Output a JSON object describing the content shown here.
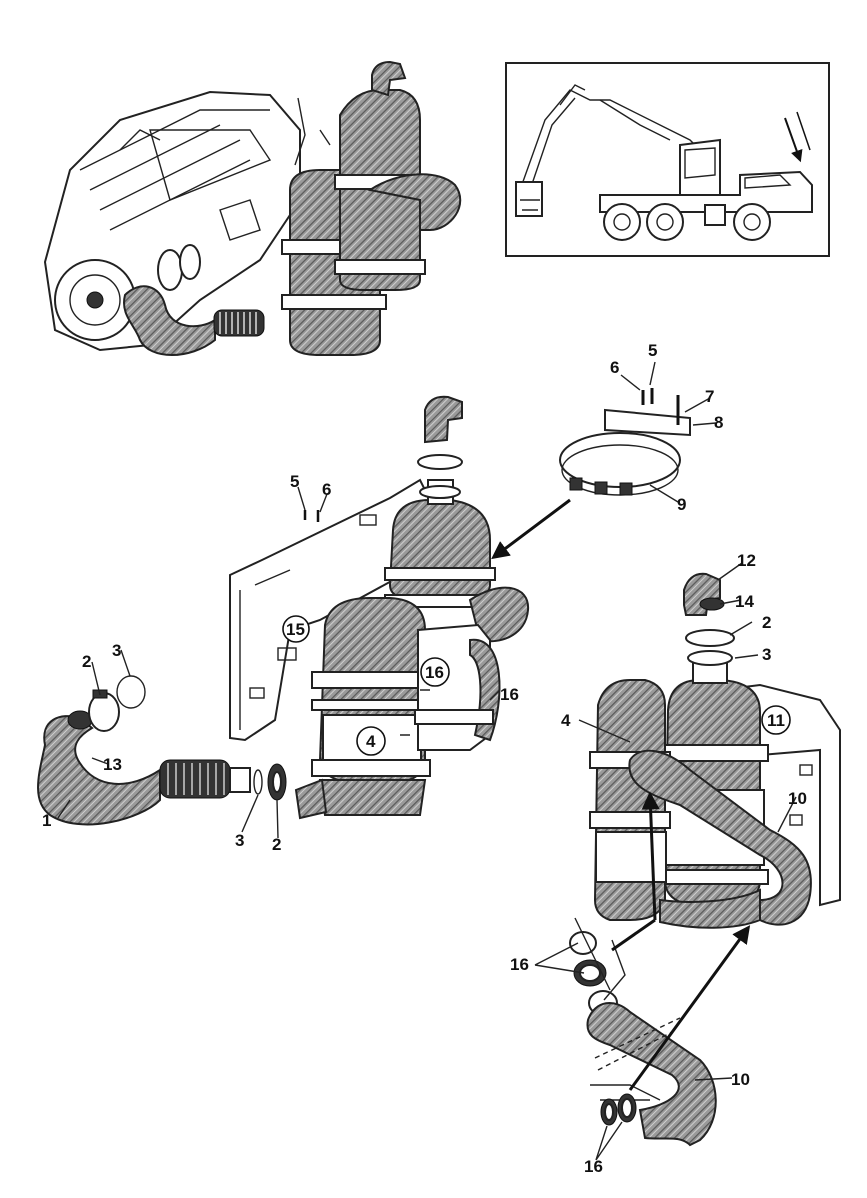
{
  "callouts": [
    {
      "id": "c5a",
      "text": "5"
    },
    {
      "id": "c6a",
      "text": "6"
    },
    {
      "id": "c7",
      "text": "7"
    },
    {
      "id": "c8",
      "text": "8"
    },
    {
      "id": "c9",
      "text": "9"
    },
    {
      "id": "c5b",
      "text": "5"
    },
    {
      "id": "c6b",
      "text": "6"
    },
    {
      "id": "c15",
      "text": "15",
      "circled": true
    },
    {
      "id": "c16a",
      "text": "16",
      "circled": true
    },
    {
      "id": "c16b",
      "text": "16"
    },
    {
      "id": "c4a",
      "text": "4",
      "circled": true
    },
    {
      "id": "c2a",
      "text": "2"
    },
    {
      "id": "c3a",
      "text": "3"
    },
    {
      "id": "c13",
      "text": "13"
    },
    {
      "id": "c1",
      "text": "1"
    },
    {
      "id": "c3b",
      "text": "3"
    },
    {
      "id": "c2b",
      "text": "2"
    },
    {
      "id": "c12",
      "text": "12"
    },
    {
      "id": "c14",
      "text": "14"
    },
    {
      "id": "c2c",
      "text": "2"
    },
    {
      "id": "c3c",
      "text": "3"
    },
    {
      "id": "c4b",
      "text": "4"
    },
    {
      "id": "c11",
      "text": "11",
      "circled": true
    },
    {
      "id": "c10a",
      "text": "10"
    },
    {
      "id": "c16c",
      "text": "16"
    },
    {
      "id": "c10b",
      "text": "10"
    },
    {
      "id": "c16d",
      "text": "16"
    }
  ]
}
